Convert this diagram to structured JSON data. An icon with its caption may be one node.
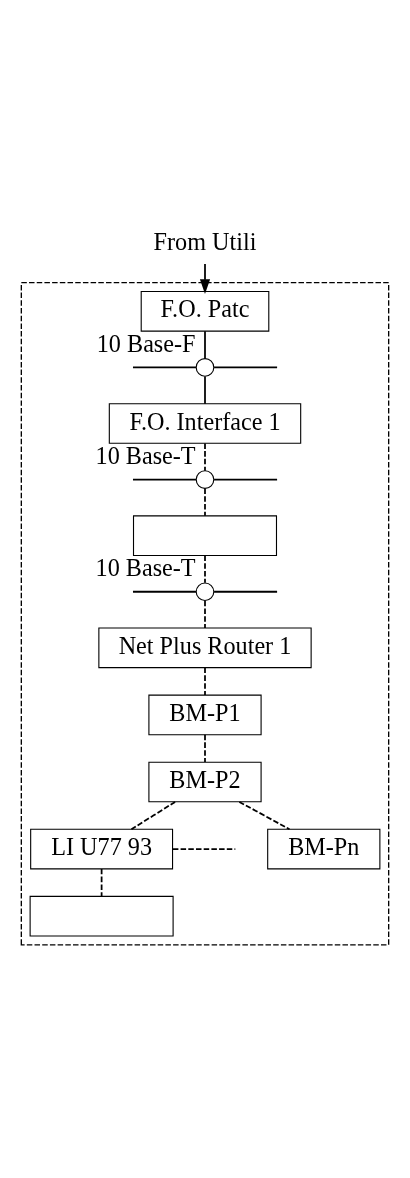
{
  "diagram": {
    "nodes": [
      {
        "text": [
          "From Utili"
        ]
      },
      {
        "text": [],
        "shape": "box"
      },
      {
        "text": [
          "F.O. Patc"
        ],
        "in": 1
      },
      {
        "text": [],
        "shape": "circle",
        "in": 1,
        "beside": [
          "10 Base-F"
        ]
      },
      {
        "text": [
          "F.O. Interface 1"
        ],
        "in": 1
      },
      {
        "text": [],
        "shape": "circle",
        "in": 1,
        "beside": [
          "10 Base-T"
        ]
      },
      {
        "text": [],
        "shape": "box",
        "in": 1
      },
      {
        "text": [],
        "shape": "circle",
        "in": 1,
        "beside": [
          "10 Base-T"
        ]
      },
      {
        "text": [
          "Net Plus Router 1"
        ],
        "in": 1
      },
      {
        "text": [
          "BM-P1"
        ],
        "in": 1
      },
      {
        "text": [
          "BM-P2"
        ],
        "in": 1
      },
      {
        "text": [
          "BM-Pn"
        ],
        "in": 1
      },
      {
        "text": [
          "LI U77 93"
        ],
        "in": 1
      },
      {
        "text": [],
        "shape": "box",
        "in": 1
      }
    ],
    "edges": [
      {
        "from": 0,
        "to": 2,
        "arrow": "to"
      },
      {
        "from": 2,
        "to": 3,
        "arrow": "none"
      },
      {
        "from": null,
        "to": 3,
        "arrow": "none"
      },
      {
        "from": 3,
        "to": null,
        "arrow": "none"
      },
      {
        "from": 3,
        "to": 4,
        "arrow": "none"
      },
      {
        "from": 4,
        "to": 5,
        "arrow": "none",
        "style": "dashed"
      },
      {
        "from": null,
        "to": 5,
        "arrow": "none"
      },
      {
        "from": 5,
        "to": null,
        "arrow": "none"
      },
      {
        "from": 5,
        "to": 6,
        "arrow": "none",
        "style": "dashed"
      },
      {
        "from": 6,
        "to": 7,
        "arrow": "none",
        "style": "dashed"
      },
      {
        "from": null,
        "to": 7,
        "arrow": "none"
      },
      {
        "from": 7,
        "to": null,
        "arrow": "none"
      },
      {
        "from": 7,
        "to": 8,
        "arrow": "none",
        "style": "dashed"
      },
      {
        "from": 8,
        "to": 9,
        "arrow": "none",
        "style": "dashed"
      },
      {
        "from": 9,
        "to": 10,
        "arrow": "none",
        "style": "dashed"
      },
      {
        "from": 10,
        "to": 11,
        "arrow": "none",
        "style": "dashed"
      },
      {
        "from": 10,
        "to": 12,
        "arrow": "none",
        "style": "dashed"
      },
      {
        "from": 12,
        "to": null,
        "arrow": "none",
        "style": "dashed"
      },
      {
        "from": 12,
        "to": 13,
        "arrow": "none",
        "style": "dashed"
      }
    ]
  }
}
